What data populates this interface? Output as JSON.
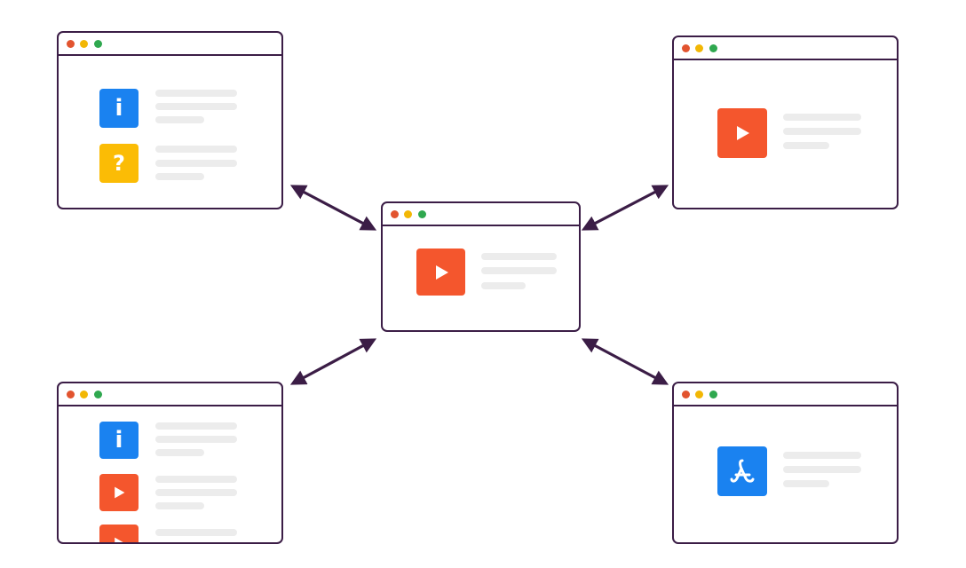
{
  "colors": {
    "outline": "#3b1d46",
    "dot_red": "#e2542f",
    "dot_yellow": "#f2b705",
    "dot_green": "#2fa84f",
    "info_tile": "#1a82f0",
    "help_tile": "#fbbc05",
    "video_tile": "#f4562d",
    "pdf_tile": "#1a82f0",
    "placeholder_line": "#ececec"
  },
  "windows": [
    {
      "id": "top-left",
      "tiles": [
        {
          "kind": "info",
          "icon": "info-icon"
        },
        {
          "kind": "help",
          "icon": "question-icon"
        }
      ]
    },
    {
      "id": "top-right",
      "tiles": [
        {
          "kind": "video",
          "icon": "play-icon"
        }
      ]
    },
    {
      "id": "center",
      "tiles": [
        {
          "kind": "video",
          "icon": "play-icon"
        }
      ]
    },
    {
      "id": "bottom-left",
      "tiles": [
        {
          "kind": "info",
          "icon": "info-icon"
        },
        {
          "kind": "video",
          "icon": "play-icon"
        },
        {
          "kind": "video",
          "icon": "play-icon"
        }
      ]
    },
    {
      "id": "bottom-right",
      "tiles": [
        {
          "kind": "pdf",
          "icon": "pdf-icon"
        }
      ]
    }
  ],
  "connections": [
    {
      "from": "center",
      "to": "top-left",
      "type": "bidirectional"
    },
    {
      "from": "center",
      "to": "top-right",
      "type": "bidirectional"
    },
    {
      "from": "center",
      "to": "bottom-left",
      "type": "bidirectional"
    },
    {
      "from": "center",
      "to": "bottom-right",
      "type": "bidirectional"
    }
  ]
}
